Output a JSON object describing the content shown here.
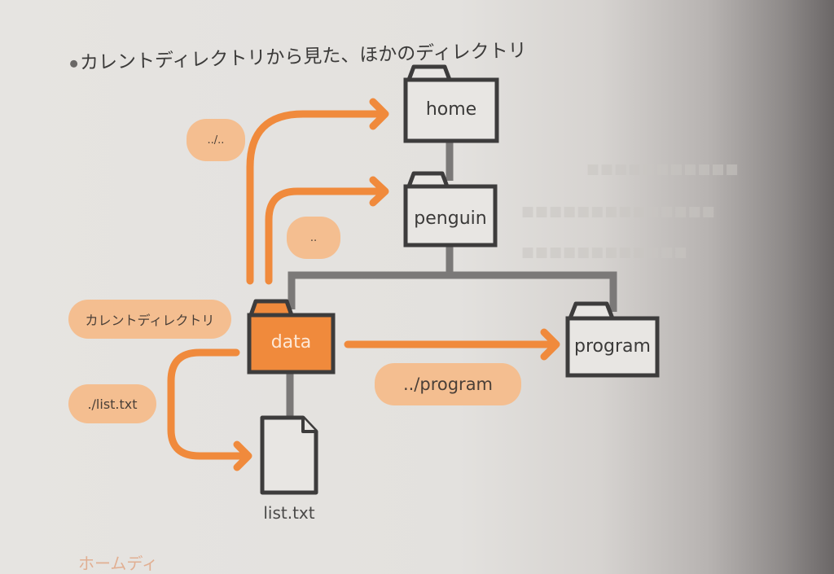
{
  "page": {
    "caption": "カレントディレクトリから見た、ほかのディレクトリ",
    "bottom_heading_partial": "ホームディ"
  },
  "colors": {
    "accent_orange": "#f08a3c",
    "label_fill": "#f4be90",
    "folder_stroke": "#3d3c3c",
    "tree_line": "#7b7978"
  },
  "diagram": {
    "folders": [
      {
        "id": "home",
        "label": "home",
        "icon": "folder-icon"
      },
      {
        "id": "penguin",
        "label": "penguin",
        "icon": "folder-icon"
      },
      {
        "id": "data",
        "label": "data",
        "icon": "folder-icon",
        "current": true
      },
      {
        "id": "program",
        "label": "program",
        "icon": "folder-icon"
      }
    ],
    "file": {
      "label": "list.txt",
      "icon": "file-icon"
    },
    "path_labels": {
      "to_home": "../..",
      "to_penguin": "..",
      "current_dir": "カレントディレクトリ",
      "to_list": "./list.txt",
      "to_program": "../program"
    }
  }
}
